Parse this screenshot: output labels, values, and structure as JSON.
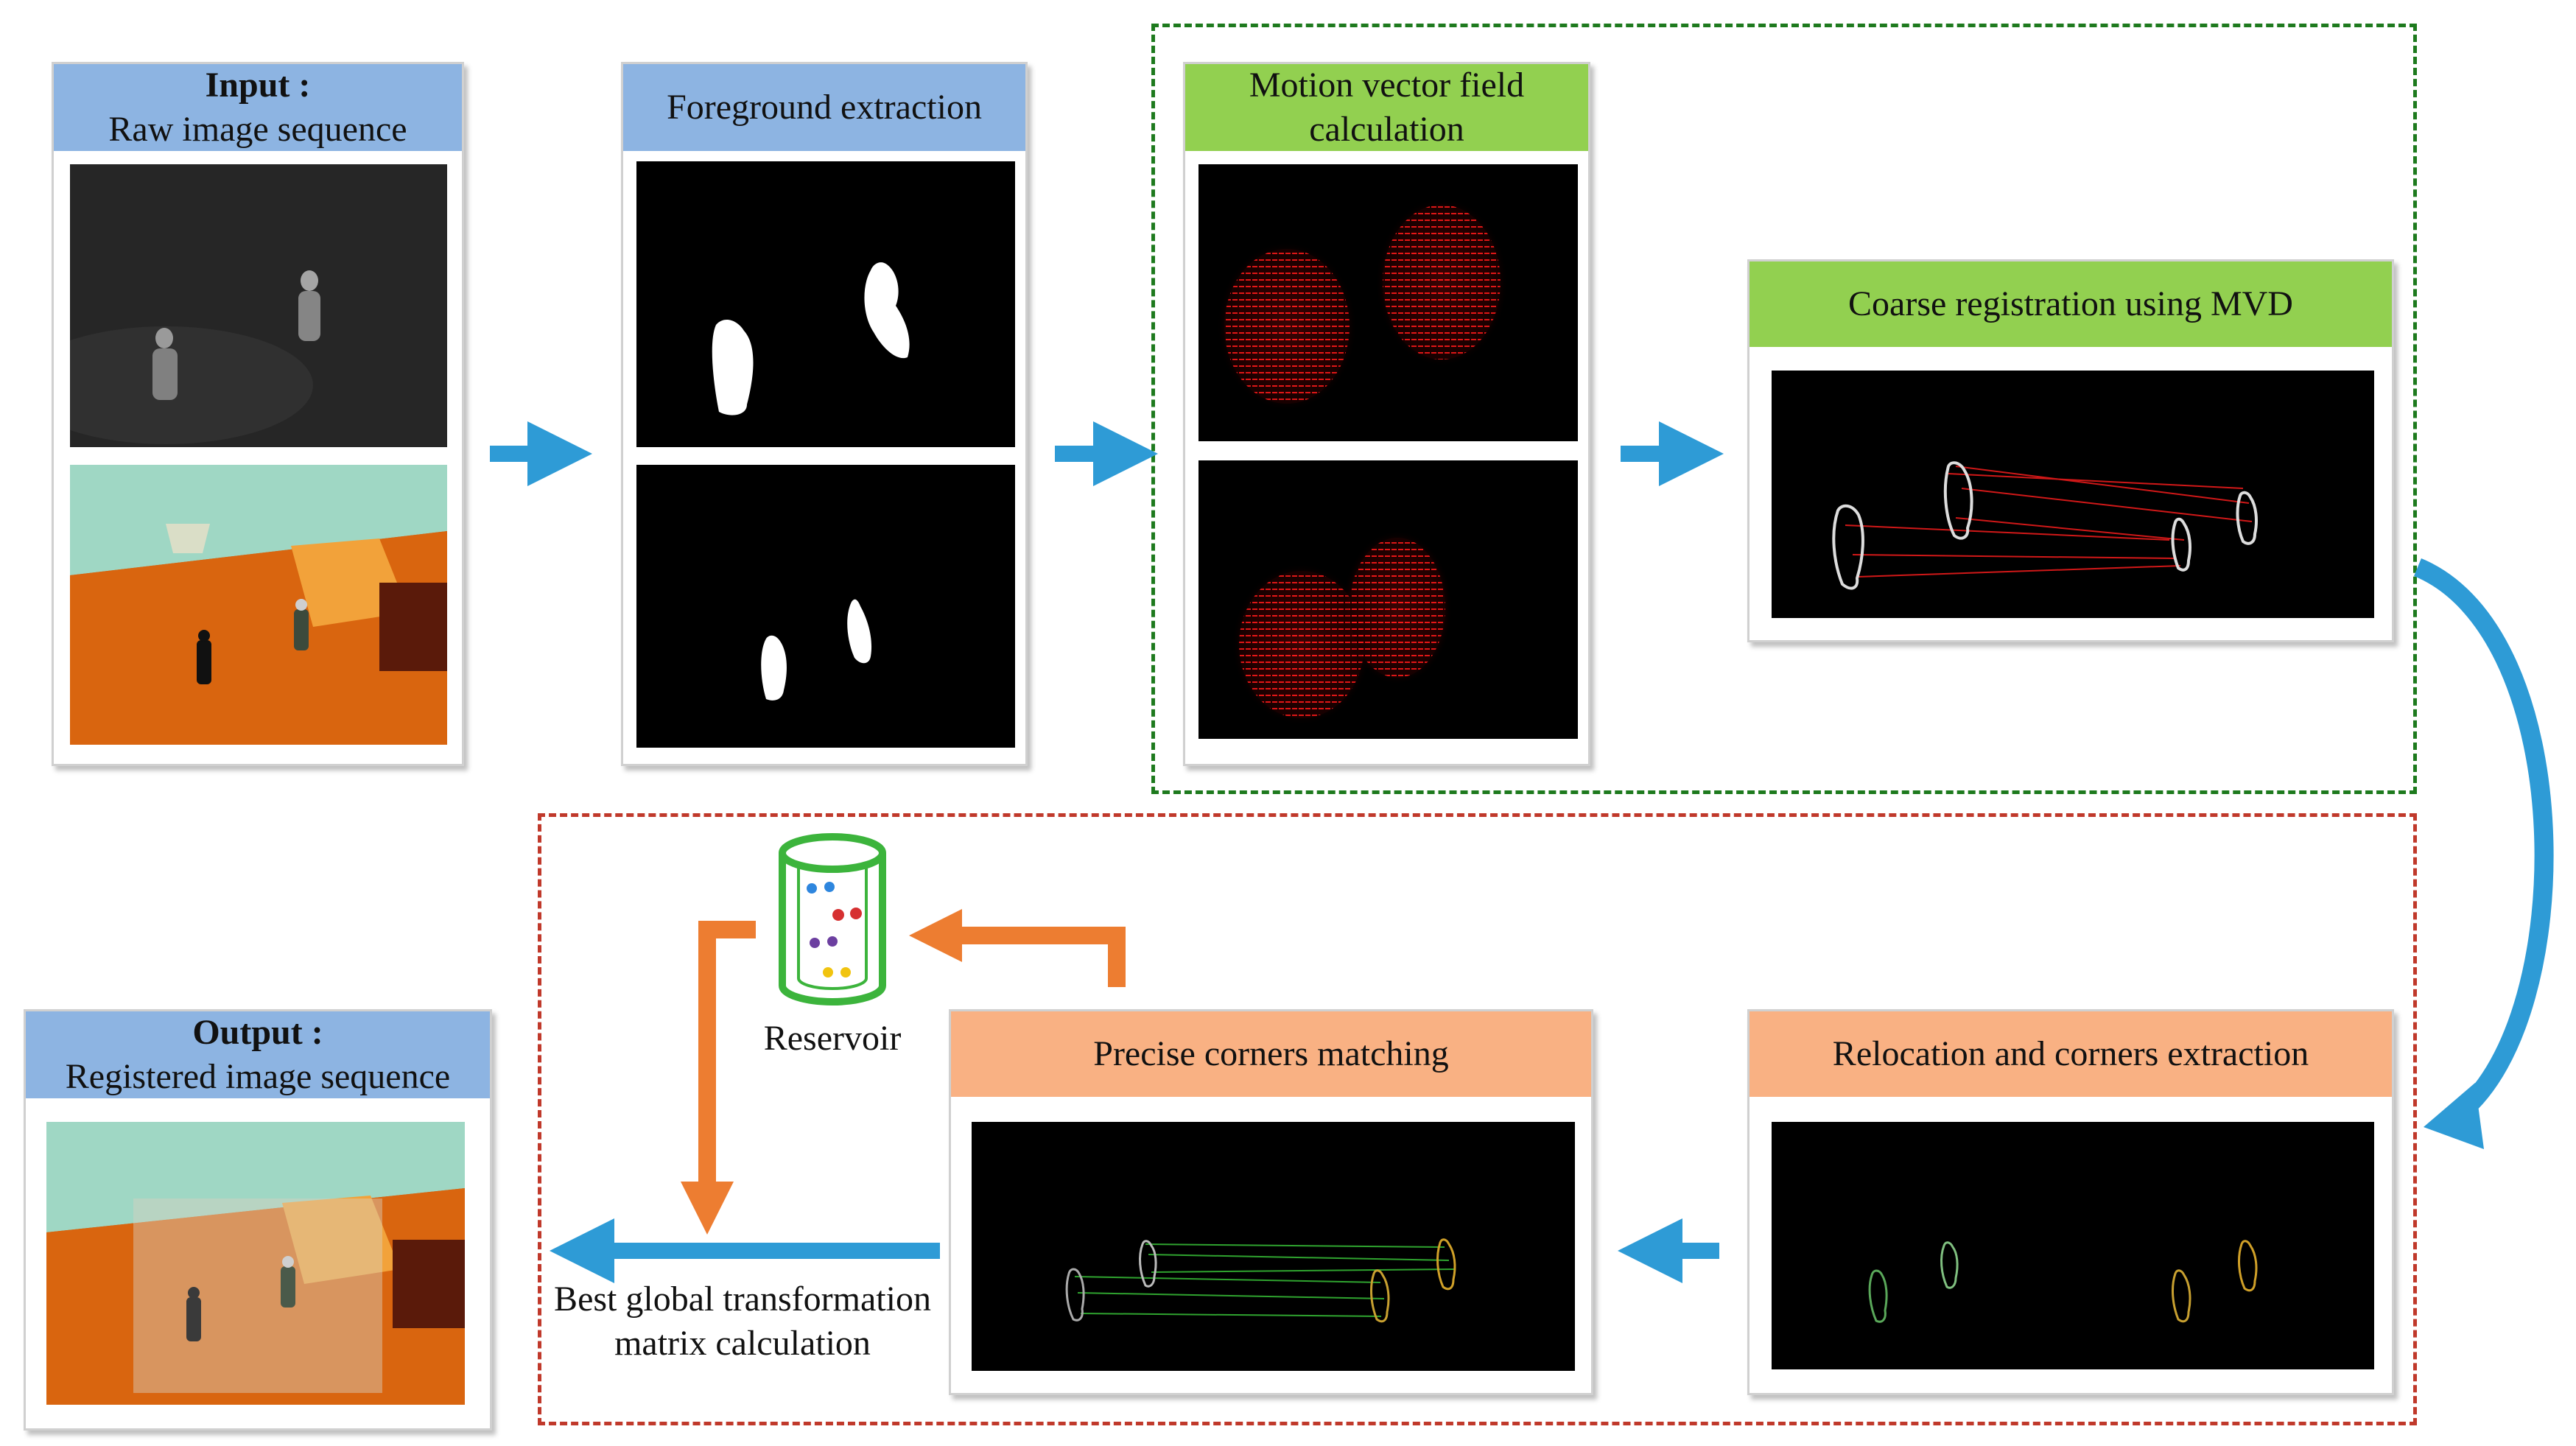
{
  "input": {
    "title": "Input :",
    "subtitle": "Raw image sequence"
  },
  "foreground": {
    "title": "Foreground extraction"
  },
  "motion": {
    "title": "Motion vector field calculation"
  },
  "coarse": {
    "title": "Coarse registration using MVD"
  },
  "relocation": {
    "title": "Relocation and corners extraction"
  },
  "precise": {
    "title": "Precise corners matching"
  },
  "reservoir": {
    "label": "Reservoir"
  },
  "best": {
    "line1": "Best global transformation",
    "line2": "matrix calculation"
  },
  "output": {
    "title": "Output :",
    "subtitle": "Registered image sequence"
  },
  "colors": {
    "header_blue": "#8db4e2",
    "header_green": "#92d050",
    "header_orange": "#f9b183",
    "arrow_blue": "#2e9bd6",
    "arrow_orange": "#ed7d31",
    "border_green": "#1e7a1e",
    "border_red": "#c0392b"
  }
}
